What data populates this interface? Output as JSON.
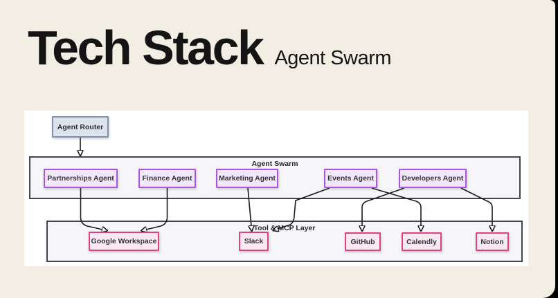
{
  "slide": {
    "title": "Tech Stack",
    "subtitle": "Agent Swarm"
  },
  "diagram": {
    "router": {
      "label": "Agent Router"
    },
    "agent_swarm": {
      "label": "Agent Swarm",
      "agents": [
        "Partnerships Agent",
        "Finance Agent",
        "Marketing Agent",
        "Events Agent",
        "Developers Agent"
      ]
    },
    "tool_layer": {
      "label": "Tool & MCP Layer",
      "tools": [
        "Google Workspace",
        "Slack",
        "GitHub",
        "Calendly",
        "Notion"
      ]
    },
    "edges": [
      {
        "from": "Agent Router",
        "to": "Agent Swarm"
      },
      {
        "from": "Partnerships Agent",
        "to": "Google Workspace"
      },
      {
        "from": "Finance Agent",
        "to": "Google Workspace"
      },
      {
        "from": "Marketing Agent",
        "to": "Slack"
      },
      {
        "from": "Events Agent",
        "to": "Slack"
      },
      {
        "from": "Events Agent",
        "to": "Calendly"
      },
      {
        "from": "Developers Agent",
        "to": "GitHub"
      },
      {
        "from": "Developers Agent",
        "to": "Notion"
      }
    ]
  },
  "colors": {
    "background": "#f2eee4",
    "frame": "#000000",
    "panel": "#ffffff",
    "container_fill": "#f6f6f8",
    "container_border": "#42454c",
    "agent_fill": "#f3e7fc",
    "agent_border": "#a855e0",
    "tool_fill": "#fce8f1",
    "tool_border": "#dd4181",
    "router_fill": "#dce3ed",
    "router_border": "#8193aa",
    "arrow": "#1a1a1a",
    "title_text": "#141414"
  }
}
